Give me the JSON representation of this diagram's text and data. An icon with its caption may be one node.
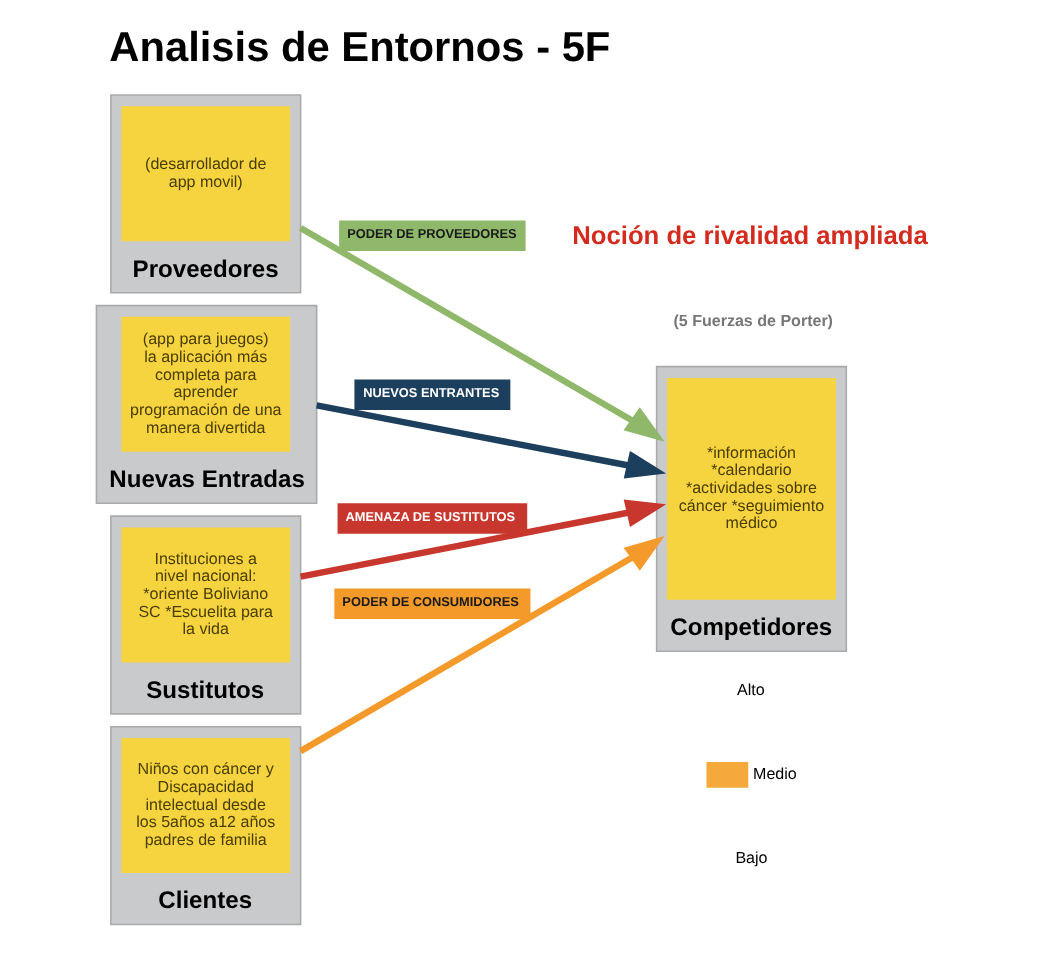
{
  "diagram": {
    "title": "Analisis de Entornos - 5F",
    "nodes": [
      {
        "text": [
          "Proveedores"
        ]
      },
      {
        "text": [
          "(desarrollador de app movil)"
        ],
        "in": 0
      },
      {
        "text": [
          "Nuevas Entradas"
        ]
      },
      {
        "text": [
          "(app para juegos) la aplicación más completa para aprender programación de una manera divertida"
        ],
        "in": 2
      },
      {
        "text": [
          "Competidores"
        ]
      },
      {
        "text": [
          "*información *calendario *actividades sobre cáncer *seguimiento médico"
        ],
        "in": 4
      },
      {
        "text": [
          "Sustitutos"
        ]
      },
      {
        "text": [
          "Instituciones a nivel nacional: *oriente Boliviano SC *Escuelita para la vida"
        ],
        "in": 6
      },
      {
        "text": [
          "Clientes"
        ]
      },
      {
        "text": [
          "Niños con cáncer y Discapacidad intelectual desde los 5años a12 años padres de familia"
        ],
        "in": 8
      }
    ],
    "edges": [
      {
        "from": 0,
        "to": 4,
        "arrow": "to",
        "label": "PODER DE PROVEEDORES",
        "color": "#8fb86a"
      },
      {
        "from": 2,
        "to": 4,
        "arrow": "to",
        "label": "NUEVOS ENTRANTES",
        "color": "#1d3f5e"
      },
      {
        "from": 6,
        "to": 4,
        "arrow": "to",
        "label": "AMENAZA DE SUSTITUTOS",
        "color": "#c8372d"
      },
      {
        "from": 8,
        "to": 4,
        "arrow": "to",
        "label": "PODER DE CONSUMIDORES",
        "color": "#f39a2b"
      }
    ],
    "labels": [
      "Noción de rivalidad ampliada",
      "(5 Fuerzas de Porter)"
    ],
    "legend": [
      {
        "text": "Alto"
      },
      {
        "text": "Medio",
        "color": "#f4a93a"
      },
      {
        "text": "Bajo"
      }
    ]
  }
}
